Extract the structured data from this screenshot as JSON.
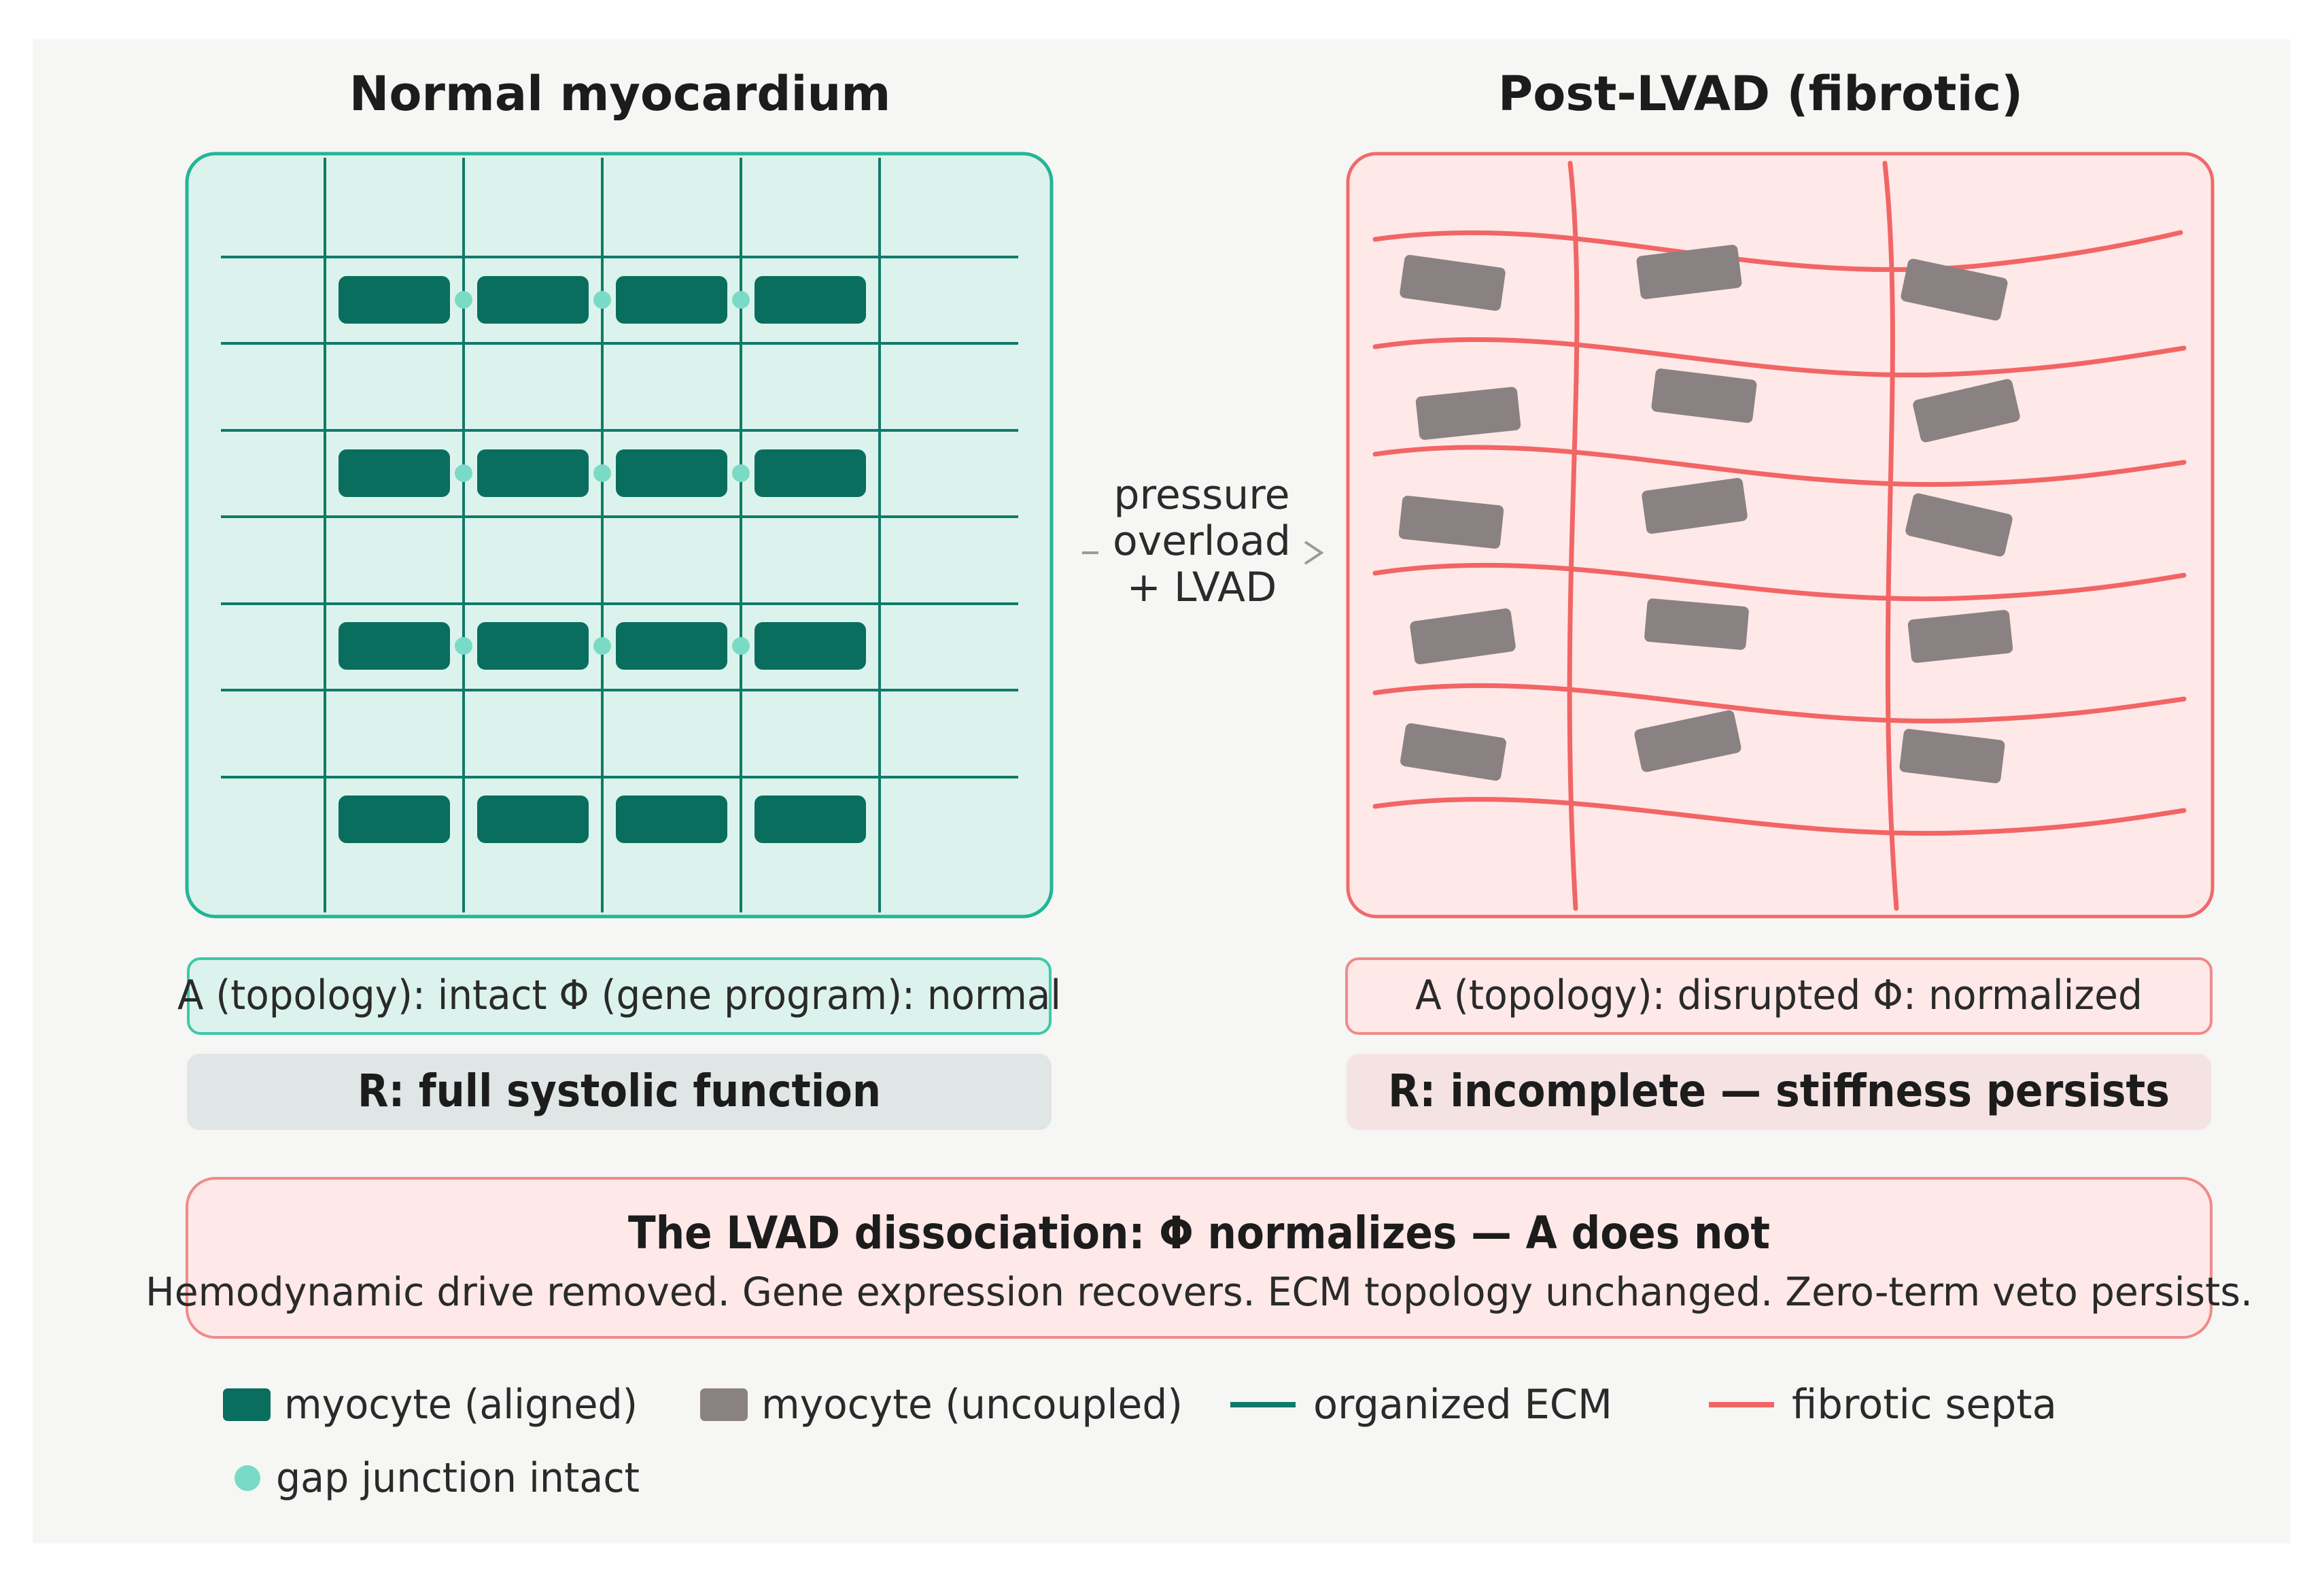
{
  "titles": {
    "left": "Normal myocardium",
    "right": "Post-LVAD (fibrotic)"
  },
  "arrow": {
    "lines": [
      "pressure",
      "overload",
      "+ LVAD"
    ]
  },
  "left_panel": {
    "status": "A (topology): intact Φ (gene program): normal",
    "result": "R: full systolic function"
  },
  "right_panel": {
    "status": "A (topology): disrupted Φ: normalized",
    "result": "R: incomplete — stiffness persists"
  },
  "summary": {
    "title": "The LVAD dissociation: Φ normalizes — A does not",
    "subtitle": "Hemodynamic drive removed. Gene expression recovers. ECM topology unchanged. Zero-term veto persists."
  },
  "legend": [
    {
      "label": "myocyte (aligned)",
      "kind": "rect",
      "color": "#0a6e5e"
    },
    {
      "label": "myocyte (uncoupled)",
      "kind": "rect",
      "color": "#8a8282"
    },
    {
      "label": "organized ECM",
      "kind": "line",
      "color": "#0f7a68"
    },
    {
      "label": "fibrotic septa",
      "kind": "line",
      "color": "#f26565"
    },
    {
      "label": "gap junction intact",
      "kind": "dot",
      "color": "#79dbc6"
    }
  ],
  "colors": {
    "teal_dark": "#0a6e5e",
    "teal_fill": "#dbf3ec",
    "teal_border": "#22b596",
    "gap_junction": "#79dbc6",
    "red_border": "#ef6b6b",
    "red_fill": "#ffe8e8",
    "septa": "#f26565",
    "grey_cell": "#8a8282",
    "panel_bg": "#f6f6f4",
    "result_left_bg": "#dfe6e5",
    "result_right_bg": "#f4e3e2"
  }
}
